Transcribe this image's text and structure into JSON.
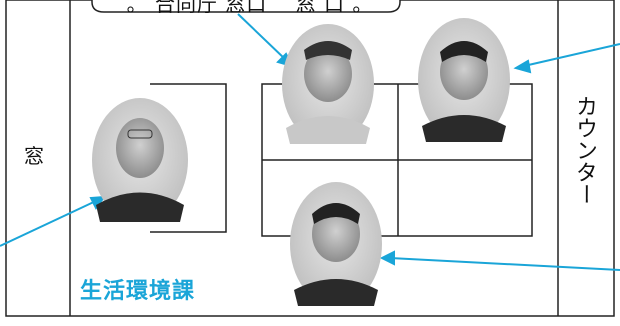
{
  "labels": {
    "window": "窓",
    "counter": "カウンター",
    "department": "生活環境課",
    "callout_top": "。 合同庁 窓口　 窓 口 。"
  },
  "colors": {
    "line": "#222222",
    "arrow": "#1aa5d8",
    "department": "#1aa5d8"
  },
  "people": [
    {
      "name": "person-left-desk"
    },
    {
      "name": "person-center-top"
    },
    {
      "name": "person-right-top"
    },
    {
      "name": "person-bottom-center"
    }
  ]
}
